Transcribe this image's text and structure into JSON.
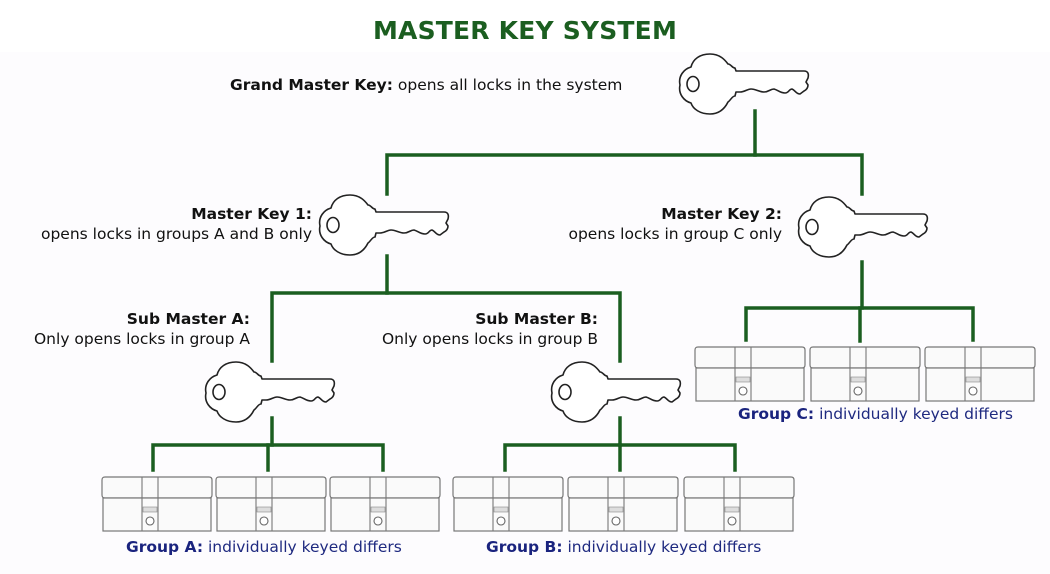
{
  "title": "MASTER KEY SYSTEM",
  "colors": {
    "title": "#1b5e20",
    "connector": "#1b5e20",
    "group_label": "#1a237e",
    "outline": "#222222",
    "lock_outline": "#7a7a7a"
  },
  "icons": {
    "key": "key-icon",
    "lock": "euro-cylinder-lock-icon"
  },
  "grand_master": {
    "name": "Grand Master Key",
    "name_suffix": ":",
    "description": "opens all locks in the system"
  },
  "master_keys": [
    {
      "name": "Master Key 1:",
      "description": "opens locks in groups A and B only"
    },
    {
      "name": "Master Key 2:",
      "description": "opens locks in group C only"
    }
  ],
  "sub_masters": [
    {
      "name": "Sub Master A:",
      "description": "Only opens locks in group A"
    },
    {
      "name": "Sub Master B:",
      "description": "Only opens locks in group B"
    }
  ],
  "groups": [
    {
      "name": "Group A:",
      "description": "individually keyed differs",
      "lock_count": 3
    },
    {
      "name": "Group B:",
      "description": "individually keyed differs",
      "lock_count": 3
    },
    {
      "name": "Group C:",
      "description": "individually keyed differs",
      "lock_count": 3
    }
  ]
}
